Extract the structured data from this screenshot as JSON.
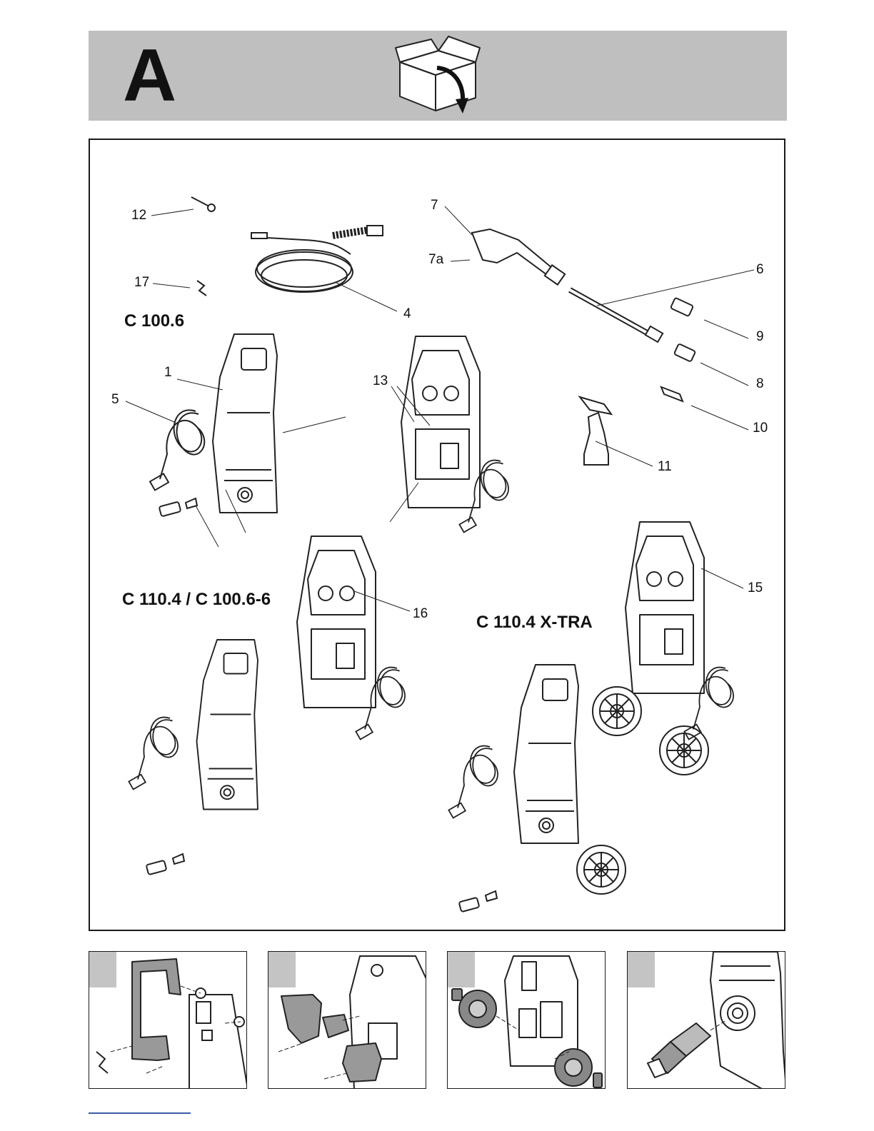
{
  "page": {
    "section_letter": "A",
    "header_icon": "unpack-box-icon",
    "colors": {
      "header_band": "#bfbfbf",
      "step_tab": "#c4c4c4",
      "line_art": "#1a1a1a",
      "footer_rule": "#3a5ca8"
    }
  },
  "models": {
    "a": "C 100.6",
    "b": "C 110.4 / C 100.6-6",
    "c": "C 110.4 X-TRA"
  },
  "callouts": {
    "n1": "1",
    "n4": "4",
    "n5": "5",
    "n6": "6",
    "n7": "7",
    "n7a": "7a",
    "n8": "8",
    "n9": "9",
    "n10": "10",
    "n11": "11",
    "n12": "12",
    "n13": "13",
    "n15": "15",
    "n16": "16",
    "n17": "17"
  },
  "steps": [
    {
      "icon": "handle-assembly-icon"
    },
    {
      "icon": "holder-assembly-icon"
    },
    {
      "icon": "wheel-assembly-icon"
    },
    {
      "icon": "inlet-connector-icon"
    }
  ]
}
